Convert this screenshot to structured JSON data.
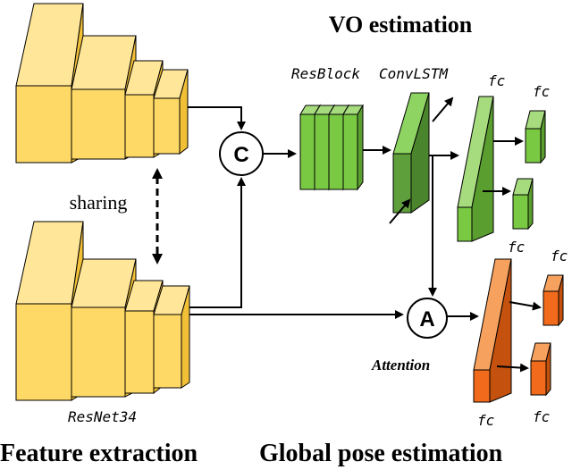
{
  "labels": {
    "vo_title": "VO estimation",
    "resblock": "ResBlock",
    "convlstm": "ConvLSTM",
    "fc_top_1": "fc",
    "fc_top_2": "fc",
    "fc_mid": "fc",
    "fc_right": "fc",
    "fc_bottom_1": "fc",
    "fc_bottom_2": "fc",
    "sharing": "sharing",
    "resnet": "ResNet34",
    "attention": "Attention",
    "concat_node": "C",
    "attention_node": "A",
    "feature_extraction": "Feature extraction",
    "global_pose": "Global pose estimation"
  },
  "colors": {
    "yellow_front": "#FFD966",
    "yellow_top": "#FFE699",
    "yellow_side": "#F2C037",
    "green_front": "#7AC943",
    "green_side": "#5A9E2F",
    "green_top": "#A6DB7E",
    "dark_green": "#5E9E3B",
    "orange_front": "#F26B1D",
    "orange_side": "#C4520E",
    "orange_top": "#F7A15E"
  }
}
